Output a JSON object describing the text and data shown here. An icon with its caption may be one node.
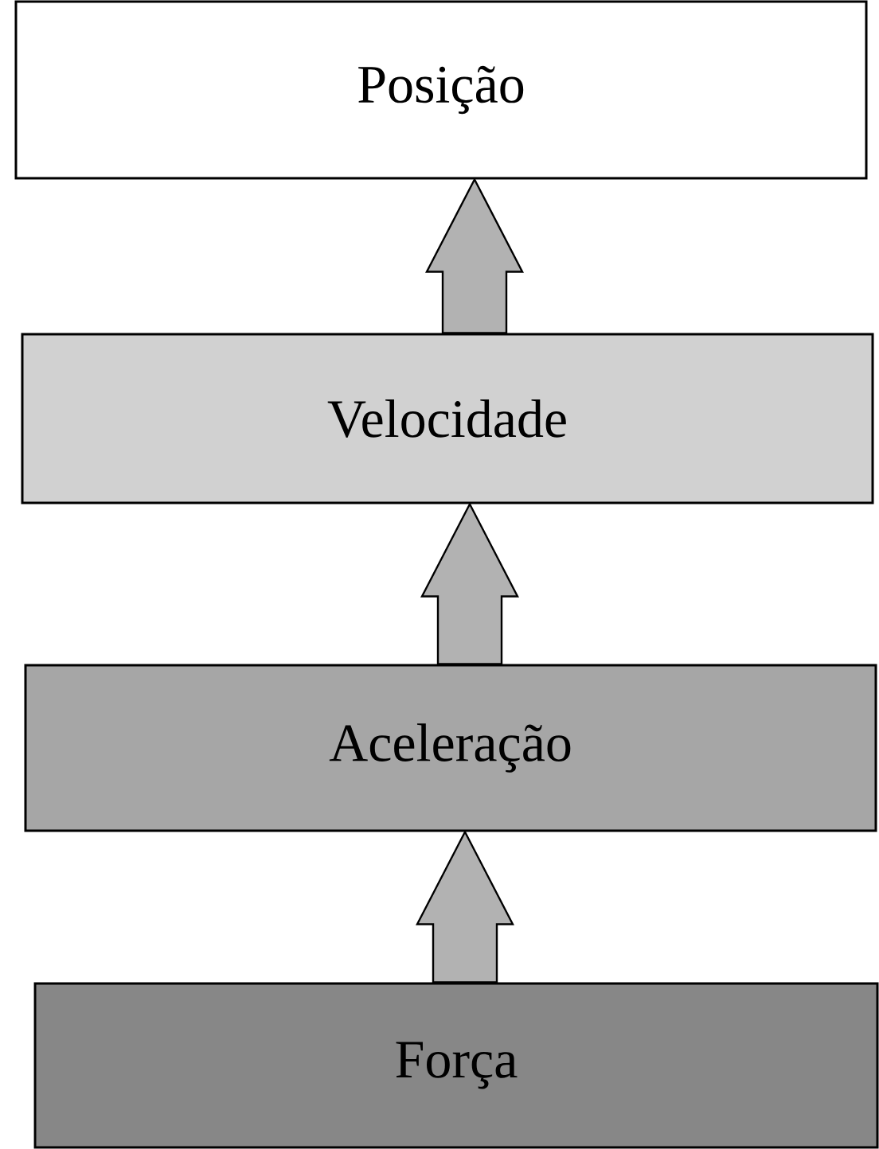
{
  "diagram": {
    "nodes": [
      {
        "text": [
          "Posição"
        ]
      },
      {
        "text": [
          "Velocidade"
        ]
      },
      {
        "text": [
          "Aceleração"
        ]
      },
      {
        "text": [
          "Força"
        ]
      }
    ],
    "edges": [
      {
        "from": 1,
        "to": 0,
        "arrow": "to"
      },
      {
        "from": 2,
        "to": 1,
        "arrow": "to"
      },
      {
        "from": 3,
        "to": 2,
        "arrow": "to"
      }
    ]
  }
}
